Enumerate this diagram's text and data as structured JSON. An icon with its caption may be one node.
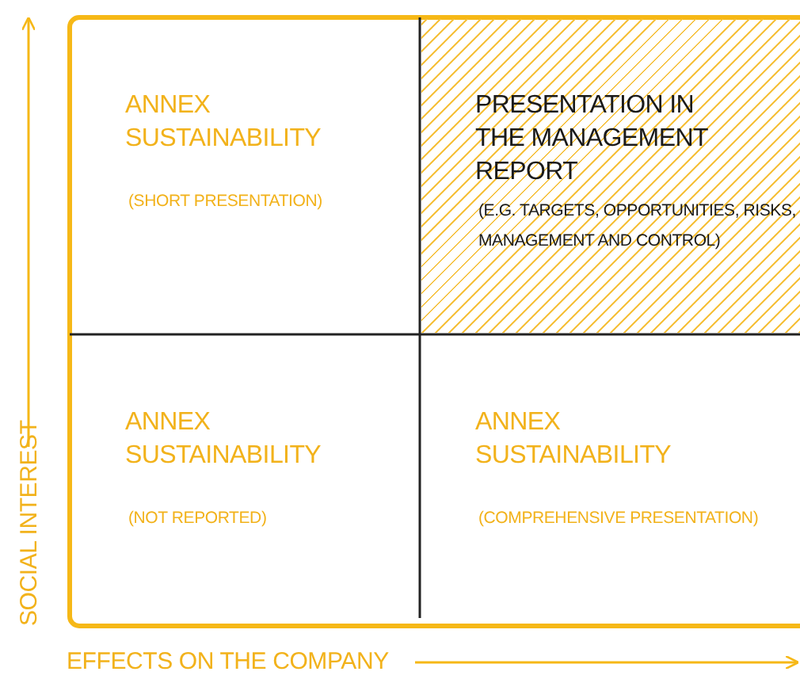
{
  "diagram": {
    "nodes": [
      {
        "text": [
          "ANNEX SUSTAINABILITY",
          "(SHORT PRESENTATION)"
        ]
      },
      {
        "text": [
          "PRESENTATION IN THE MANAGEMENT REPORT",
          "(E.G. TARGETS, OPPORTUNITIES, RISKS, MANAGEMENT AND CONTROL)"
        ]
      },
      {
        "text": [
          "ANNEX SUSTAINABILITY",
          "(NOT REPORTED)"
        ]
      },
      {
        "text": [
          "ANNEX SUSTAINABILITY",
          "(COMPREHENSIVE PRESENTATION)"
        ]
      }
    ],
    "labels": [
      "SOCIAL INTEREST",
      "EFFECTS ON THE COMPANY"
    ]
  }
}
